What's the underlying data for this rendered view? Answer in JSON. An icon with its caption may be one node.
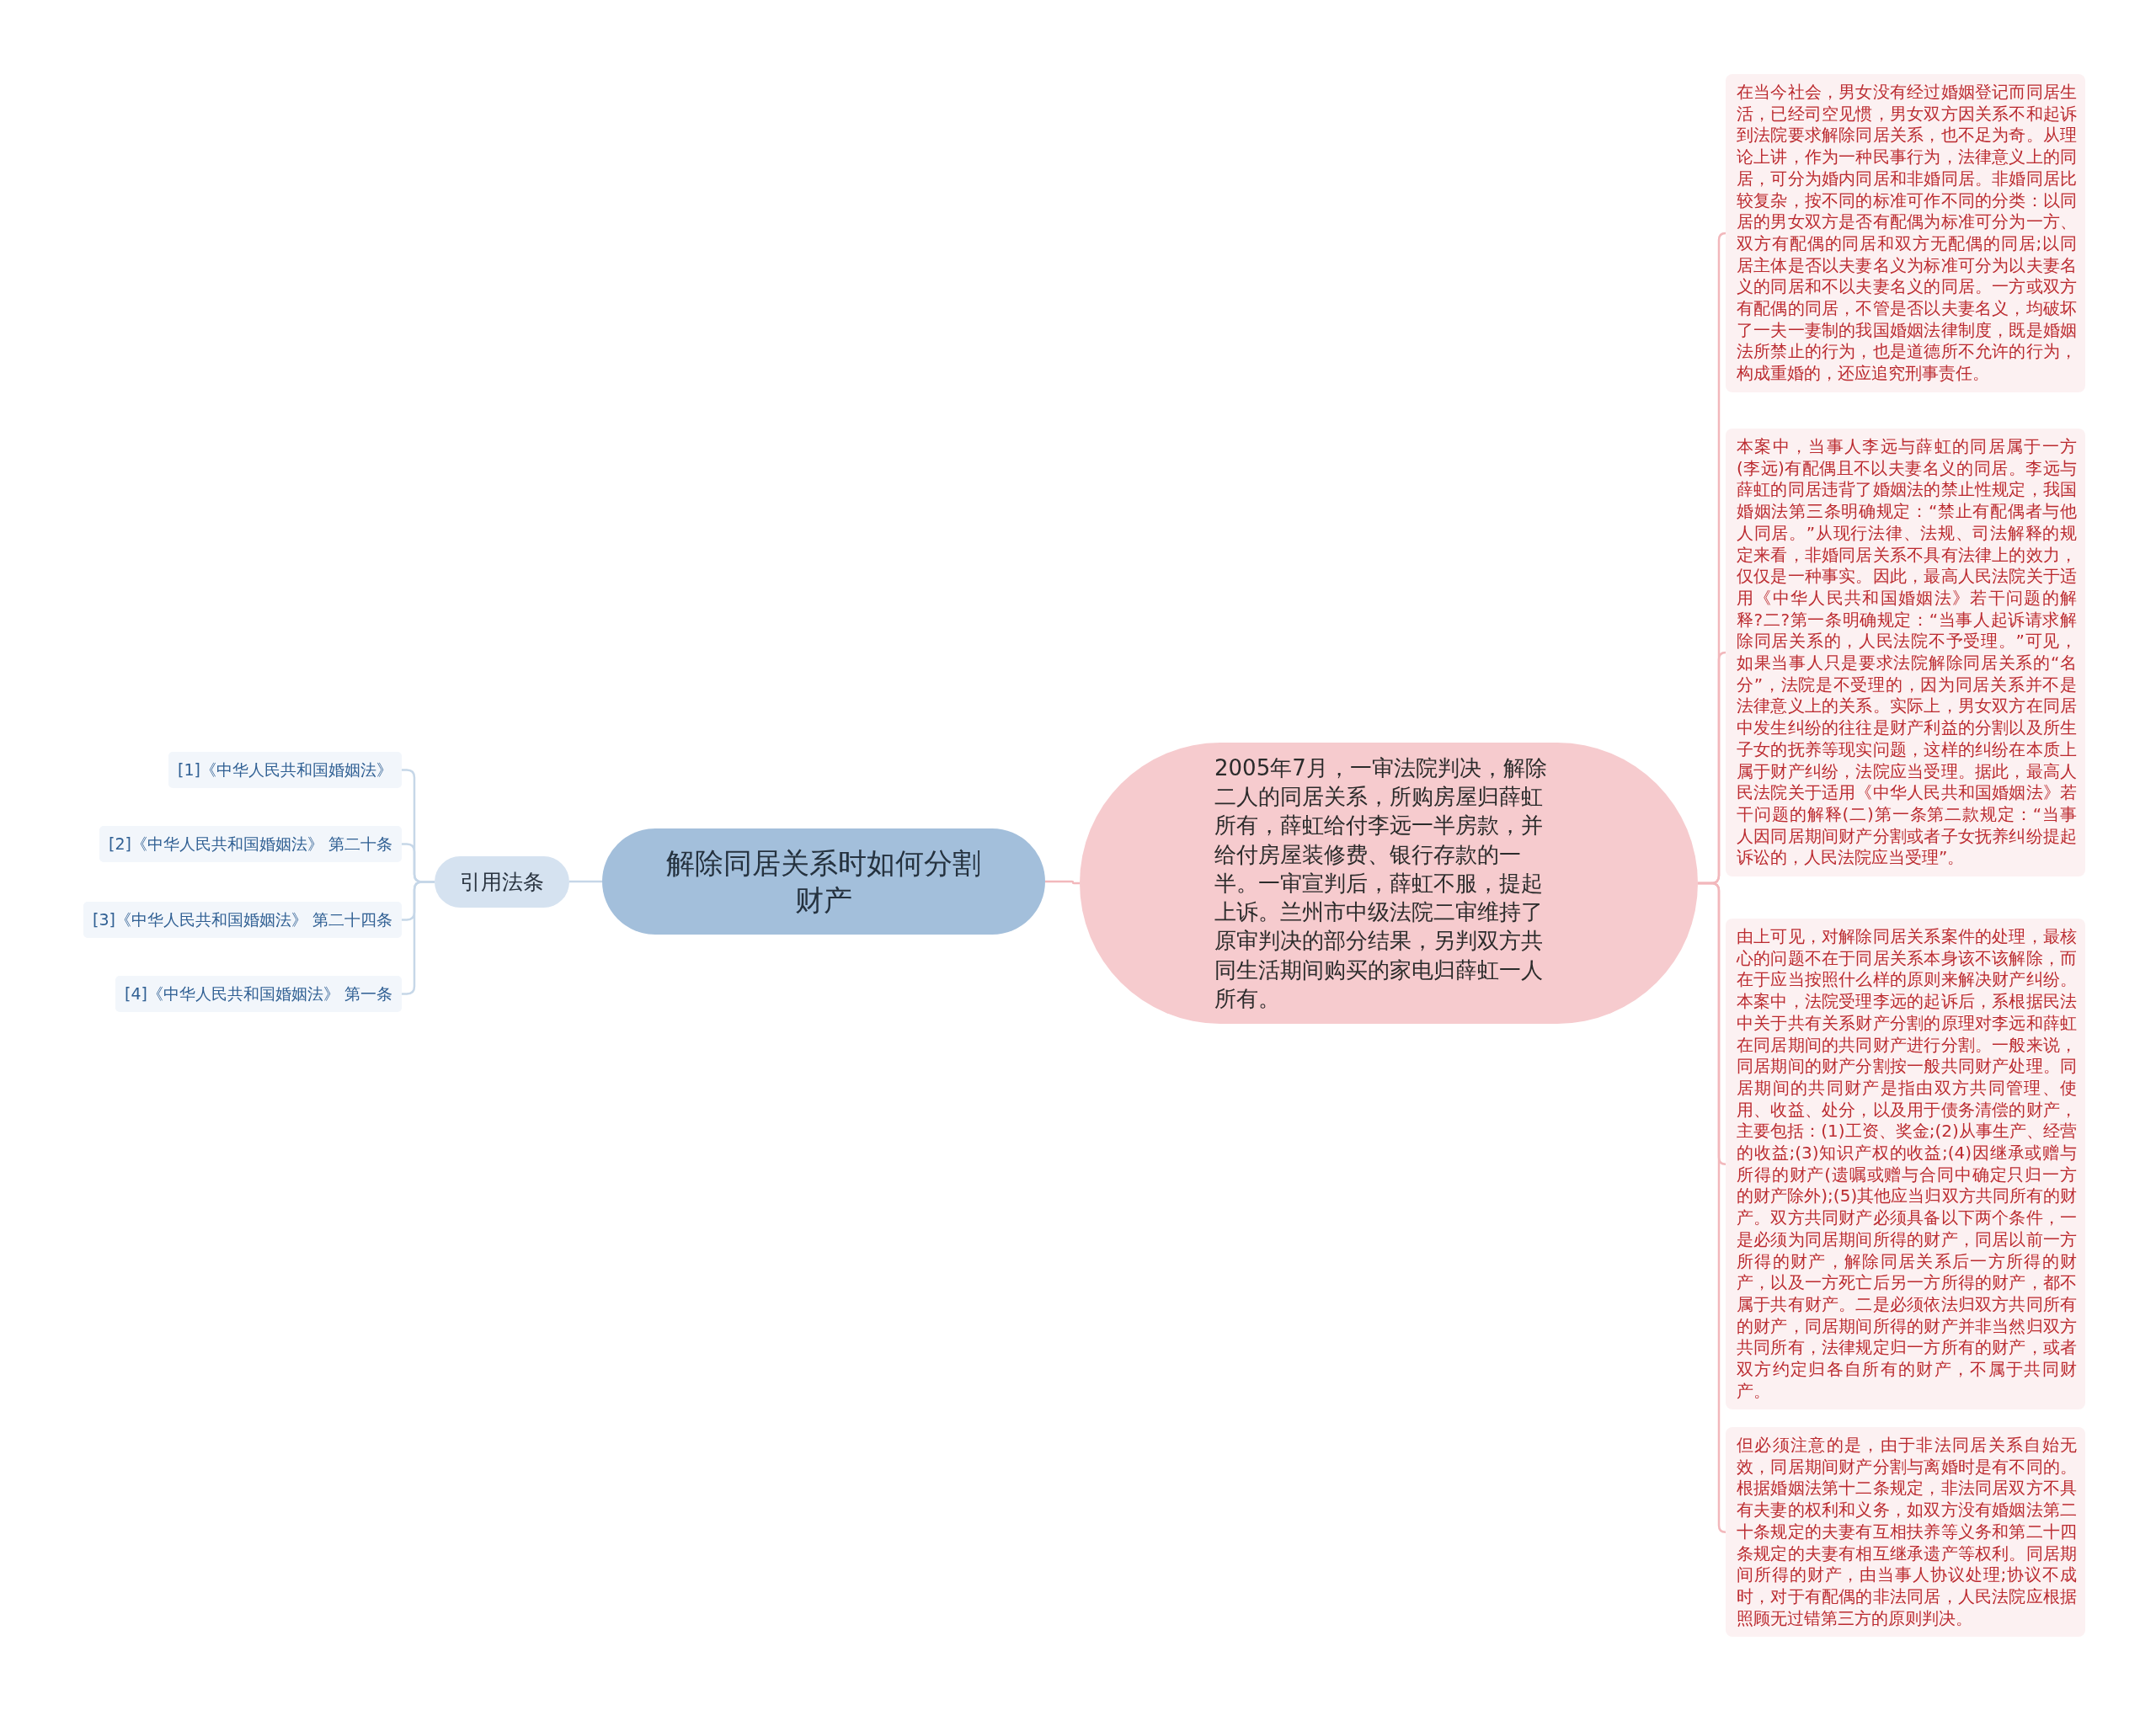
{
  "diagram": {
    "nodes": [
      {
        "text": [
          "解除同居关系时如何分割财产"
        ]
      },
      {
        "text": [
          "引用法条"
        ]
      },
      {
        "text": [
          "[1]《中华人民共和国婚姻法》"
        ]
      },
      {
        "text": [
          "[2]《中华人民共和国婚姻法》 第二十条"
        ]
      },
      {
        "text": [
          "[3]《中华人民共和国婚姻法》 第二十四条"
        ]
      },
      {
        "text": [
          "[4]《中华人民共和国婚姻法》 第一条"
        ]
      },
      {
        "text": [
          "2005年7月，一审法院判决，解除二人的同居关系，所购房屋归薛虹所有，薛虹给付李远一半房款，并给付房屋装修费、银行存款的一半。一审宣判后，薛虹不服，提起上诉。兰州市中级法院二审维持了原审判决的部分结果，另判双方共同生活期间购买的家电归薛虹一人所有。"
        ]
      },
      {
        "text": [
          "在当今社会，男女没有经过婚姻登记而同居生活，已经司空见惯，男女双方因关系不和起诉到法院要求解除同居关系，也不足为奇。从理论上讲，作为一种民事行为，法律意义上的同居，可分为婚内同居和非婚同居。非婚同居比较复杂，按不同的标准可作不同的分类：以同居的男女双方是否有配偶为标准可分为一方、双方有配偶的同居和双方无配偶的同居;以同居主体是否以夫妻名义为标准可分为以夫妻名义的同居和不以夫妻名义的同居。一方或双方有配偶的同居，不管是否以夫妻名义，均破坏了一夫一妻制的我国婚姻法律制度，既是婚姻法所禁止的行为，也是道德所不允许的行为，构成重婚的，还应追究刑事责任。"
        ]
      },
      {
        "text": [
          "本案中，当事人李远与薛虹的同居属于一方(李远)有配偶且不以夫妻名义的同居。李远与薛虹的同居违背了婚姻法的禁止性规定，我国婚姻法第三条明确规定：“禁止有配偶者与他人同居。”从现行法律、法规、司法解释的规定来看，非婚同居关系不具有法律上的效力，仅仅是一种事实。因此，最高人民法院关于适用《中华人民共和国婚姻法》若干问题的解释?二?第一条明确规定：“当事人起诉请求解除同居关系的，人民法院不予受理。”可见，如果当事人只是要求法院解除同居关系的“名分”，法院是不受理的，因为同居关系并不是法律意义上的关系。实际上，男女双方在同居中发生纠纷的往往是财产利益的分割以及所生子女的抚养等现实问题，这样的纠纷在本质上属于财产纠纷，法院应当受理。据此，最高人民法院关于适用《中华人民共和国婚姻法》若干问题的解释(二)第一条第二款规定：“当事人因同居期间财产分割或者子女抚养纠纷提起诉讼的，人民法院应当受理”。"
        ]
      },
      {
        "text": [
          "由上可见，对解除同居关系案件的处理，最核心的问题不在于同居关系本身该不该解除，而在于应当按照什么样的原则来解决财产纠纷。本案中，法院受理李远的起诉后，系根据民法中关于共有关系财产分割的原理对李远和薛虹在同居期间的共同财产进行分割。一般来说，同居期间的财产分割按一般共同财产处理。同居期间的共同财产是指由双方共同管理、使用、收益、处分，以及用于债务清偿的财产，主要包括：(1)工资、奖金;(2)从事生产、经营的收益;(3)知识产权的收益;(4)因继承或赠与所得的财产(遗嘱或赠与合同中确定只归一方的财产除外);(5)其他应当归双方共同所有的财产。双方共同财产必须具备以下两个条件，一是必须为同居期间所得的财产，同居以前一方所得的财产，解除同居关系后一方所得的财产，以及一方死亡后另一方所得的财产，都不属于共有财产。二是必须依法归双方共同所有的财产，同居期间所得的财产并非当然归双方共同所有，法律规定归一方所有的财产，或者双方约定归各自所有的财产，不属于共同财产。"
        ]
      },
      {
        "text": [
          "但必须注意的是，由于非法同居关系自始无效，同居期间财产分割与离婚时是有不同的。根据婚姻法第十二条规定，非法同居双方不具有夫妻的权利和义务，如双方没有婚姻法第二十条规定的夫妻有互相扶养等义务和第二十四条规定的夫妻有相互继承遗产等权利。同居期间所得的财产，由当事人协议处理;协议不成时，对于有配偶的非法同居，人民法院应根据照顾无过错第三方的原则判决。"
        ]
      }
    ],
    "edges": [
      {
        "from": 0,
        "to": 1,
        "arrow": "none"
      },
      {
        "from": 1,
        "to": 2,
        "arrow": "none"
      },
      {
        "from": 1,
        "to": 3,
        "arrow": "none"
      },
      {
        "from": 1,
        "to": 4,
        "arrow": "none"
      },
      {
        "from": 1,
        "to": 5,
        "arrow": "none"
      },
      {
        "from": 0,
        "to": 6,
        "arrow": "none",
        "color": "#f2b8bc"
      },
      {
        "from": 6,
        "to": 7,
        "arrow": "none",
        "color": "#f2b8bc"
      },
      {
        "from": 6,
        "to": 8,
        "arrow": "none",
        "color": "#f2b8bc"
      },
      {
        "from": 6,
        "to": 9,
        "arrow": "none",
        "color": "#f2b8bc"
      },
      {
        "from": 6,
        "to": 10,
        "arrow": "none",
        "color": "#f2b8bc"
      }
    ]
  }
}
